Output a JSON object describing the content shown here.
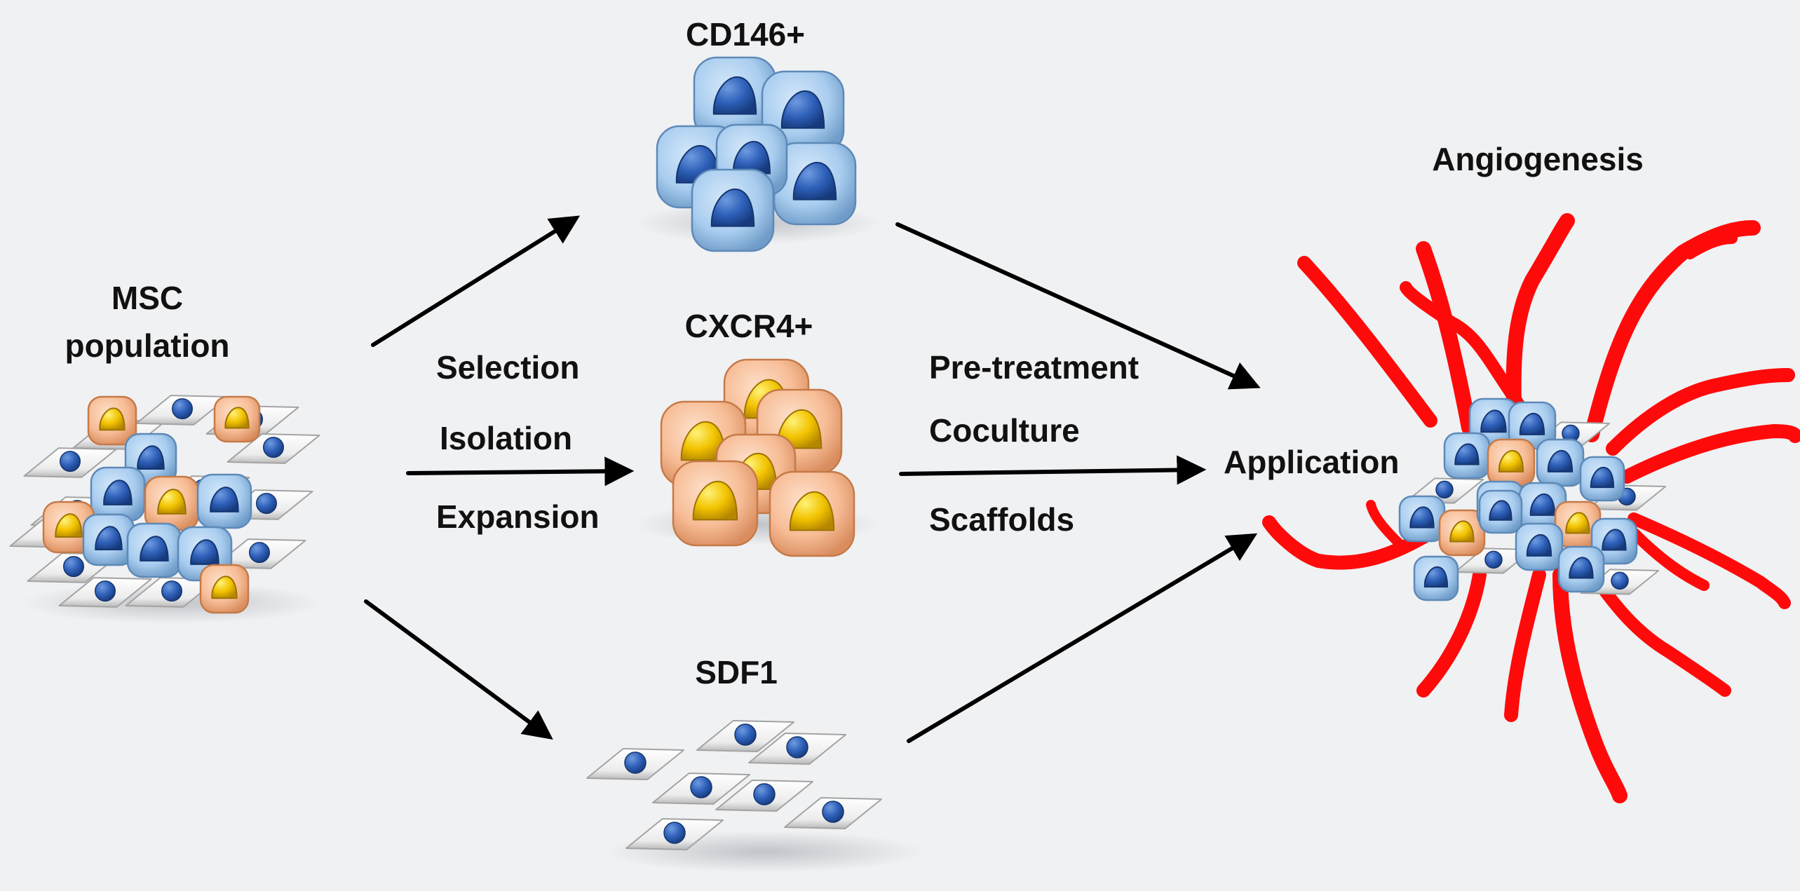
{
  "labels": {
    "msc_line1": "MSC",
    "msc_line2": "population",
    "cd146": "CD146+",
    "cxcr4": "CXCR4+",
    "sdf1": "SDF1",
    "selection": "Selection",
    "isolation": "Isolation",
    "expansion": "Expansion",
    "pretreatment": "Pre-treatment",
    "coculture": "Coculture",
    "scaffolds": "Scaffolds",
    "application": "Application",
    "angiogenesis": "Angiogenesis"
  },
  "colors": {
    "background": "#f0f1f3",
    "blue_cell": "#a9cdef",
    "blue_nucleus": "#2e5fb8",
    "orange_cell": "#f7bc95",
    "yellow_nucleus": "#f2c300",
    "fibroblast": "#f4f4f4",
    "vessel": "#ff0a0a",
    "arrow": "#000000"
  }
}
